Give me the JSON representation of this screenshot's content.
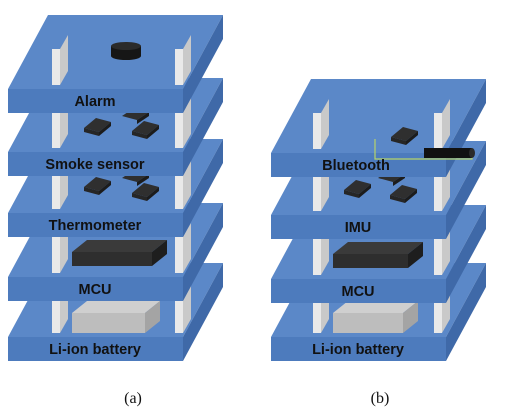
{
  "colors": {
    "board_top": "#5b88c8",
    "board_front": "#4d7bbd",
    "board_side": "#3f69a8",
    "board_edge": "#2f558f",
    "pillar_face": "#e9e9e9",
    "pillar_side": "#c9c9c9",
    "chip": "#2f2f2f",
    "chip_side": "#1c1c1c",
    "mcu": "#2e2e2e",
    "battery": "#bdbdbd",
    "wire": "#b6d36a"
  },
  "stacks": [
    {
      "caption": "(a)",
      "layers": [
        {
          "label": "Alarm",
          "component": "buzzer-disc"
        },
        {
          "label": "Smoke sensor",
          "component": "sensor-chips"
        },
        {
          "label": "Thermometer",
          "component": "sensor-chips"
        },
        {
          "label": "MCU",
          "component": "mcu-chip"
        },
        {
          "label": "Li-ion battery",
          "component": "battery-block"
        }
      ]
    },
    {
      "caption": "(b)",
      "layers": [
        {
          "label": "Bluetooth",
          "component": "bluetooth-antenna"
        },
        {
          "label": "IMU",
          "component": "sensor-chips"
        },
        {
          "label": "MCU",
          "component": "mcu-chip"
        },
        {
          "label": "Li-ion battery",
          "component": "battery-block"
        }
      ]
    }
  ]
}
